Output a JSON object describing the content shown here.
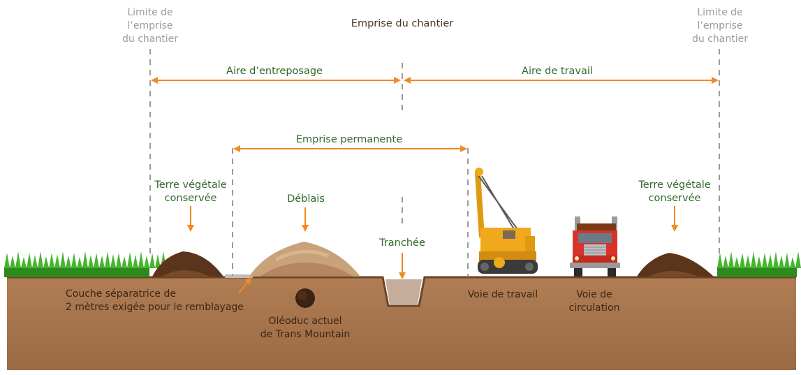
{
  "labels": {
    "boundary_left": "Limite de\nl’emprise\ndu chantier",
    "boundary_right": "Limite de\nl’emprise\ndu chantier",
    "title": "Emprise du chantier",
    "storage_area": "Aire d’entreposage",
    "work_area": "Aire de travail",
    "permanent_row": "Emprise permanente",
    "topsoil_left": "Terre végétale\nconservée",
    "topsoil_right": "Terre végétale\nconservée",
    "spoil": "Déblais",
    "trench": "Tranchée",
    "separation_layer": "Couche séparatrice de\n2 mètres exigée pour le remblayage",
    "existing_pipeline": "Oléoduc actuel\nde Trans Mountain",
    "work_lane": "Voie de travail",
    "travel_lane": "Voie de\ncirculation"
  },
  "colors": {
    "arrow_orange": "#f08a24",
    "label_green": "#2f6a2a",
    "label_brown": "#4a3623",
    "soil": "#a6744d",
    "grass": "#3fae2a",
    "dashed_line": "#9a9a9a",
    "machine_yellow": "#f0a81c",
    "truck_red": "#d8322a"
  },
  "icons": [
    "grass-icon",
    "topsoil-pile-icon",
    "spoil-pile-icon",
    "pipe-icon",
    "sideboom-icon",
    "truck-icon"
  ]
}
